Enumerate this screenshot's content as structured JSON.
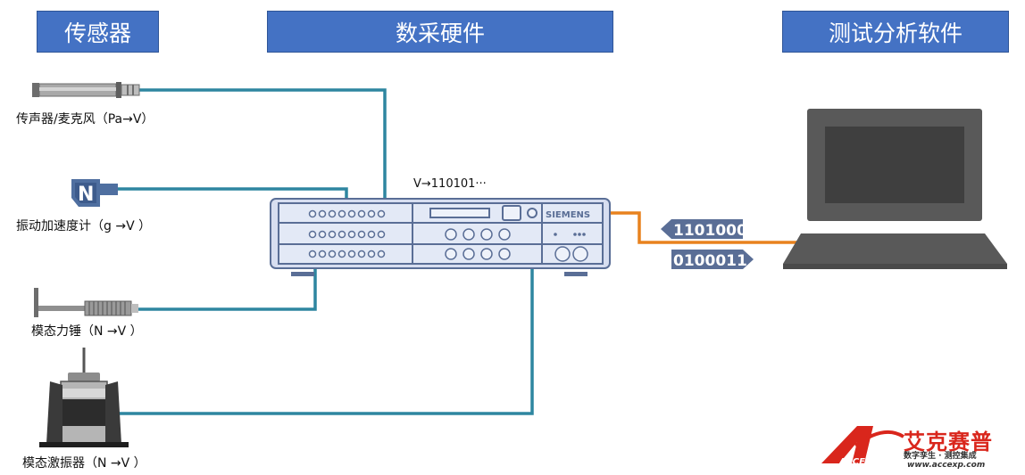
{
  "headers": {
    "sensor": "传感器",
    "daq": "数采硬件",
    "software": "测试分析软件"
  },
  "sensors": {
    "microphone": "传声器/麦克风（Pa→V）",
    "accelerometer": "振动加速度计（g →V ）",
    "hammer": "模态力锤（N →V ）",
    "shaker": "模态激振器（N →V ）"
  },
  "daq": {
    "conversion_label": "V→110101···",
    "brand": "SIEMENS"
  },
  "binary": {
    "incoming": "1101000",
    "outgoing": "0100011"
  },
  "logo": {
    "name_cn": "艾克赛普",
    "slogan": "数字孪生 · 测控集成",
    "url": "www.accexp.com",
    "mark": "ACCEXP"
  },
  "colors": {
    "header_blue": "#4472c4",
    "cable_teal": "#2e86a0",
    "cable_orange": "#e8821e",
    "device_fill": "#dce3f2",
    "device_stroke": "#5a6e96",
    "laptop_gray": "#595959",
    "logo_red": "#d9261c"
  }
}
